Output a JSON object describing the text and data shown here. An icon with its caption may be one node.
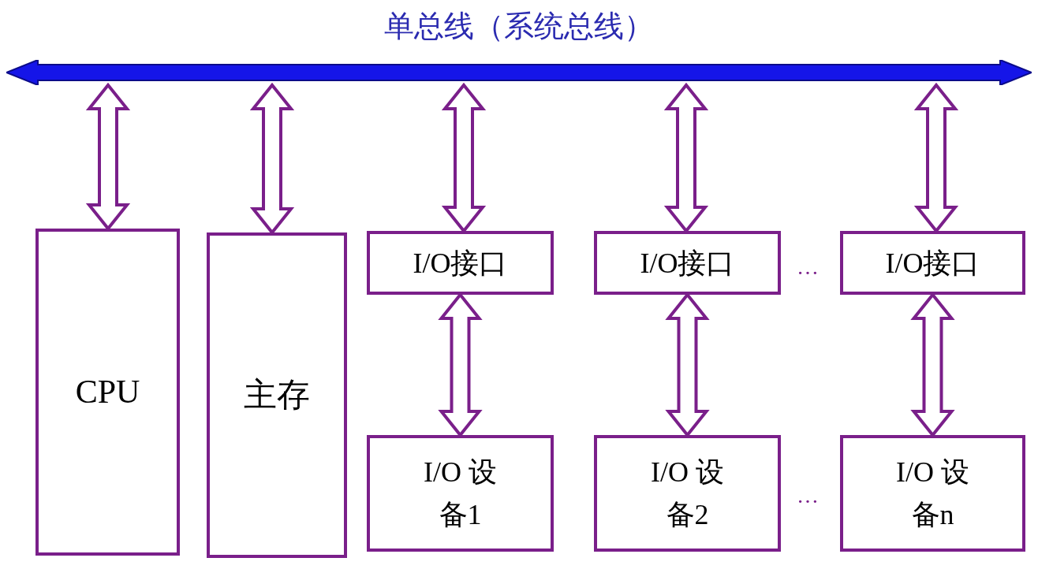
{
  "diagram": {
    "nodes": [
      {
        "text": [
          "单总线（系统总线）"
        ]
      },
      {
        "text": [
          "CPU"
        ]
      },
      {
        "text": [
          "主存"
        ]
      },
      {
        "text": [
          "I/O接口"
        ]
      },
      {
        "text": [
          "I/O接口"
        ]
      },
      {
        "text": [
          "I/O接口"
        ]
      },
      {
        "text": [
          "I/O 设备1"
        ]
      },
      {
        "text": [
          "I/O 设备2"
        ]
      },
      {
        "text": [
          "I/O 设备n"
        ]
      }
    ],
    "edges": [
      {
        "from": 0,
        "to": 1,
        "arrow": "both"
      },
      {
        "from": 0,
        "to": 2,
        "arrow": "both"
      },
      {
        "from": 0,
        "to": 3,
        "arrow": "both"
      },
      {
        "from": 0,
        "to": 4,
        "arrow": "both"
      },
      {
        "from": 0,
        "to": 5,
        "arrow": "both"
      },
      {
        "from": 3,
        "to": 6,
        "arrow": "both"
      },
      {
        "from": 4,
        "to": 7,
        "arrow": "both"
      },
      {
        "from": 5,
        "to": 8,
        "arrow": "both"
      }
    ],
    "labels": [
      "…",
      "…"
    ]
  }
}
